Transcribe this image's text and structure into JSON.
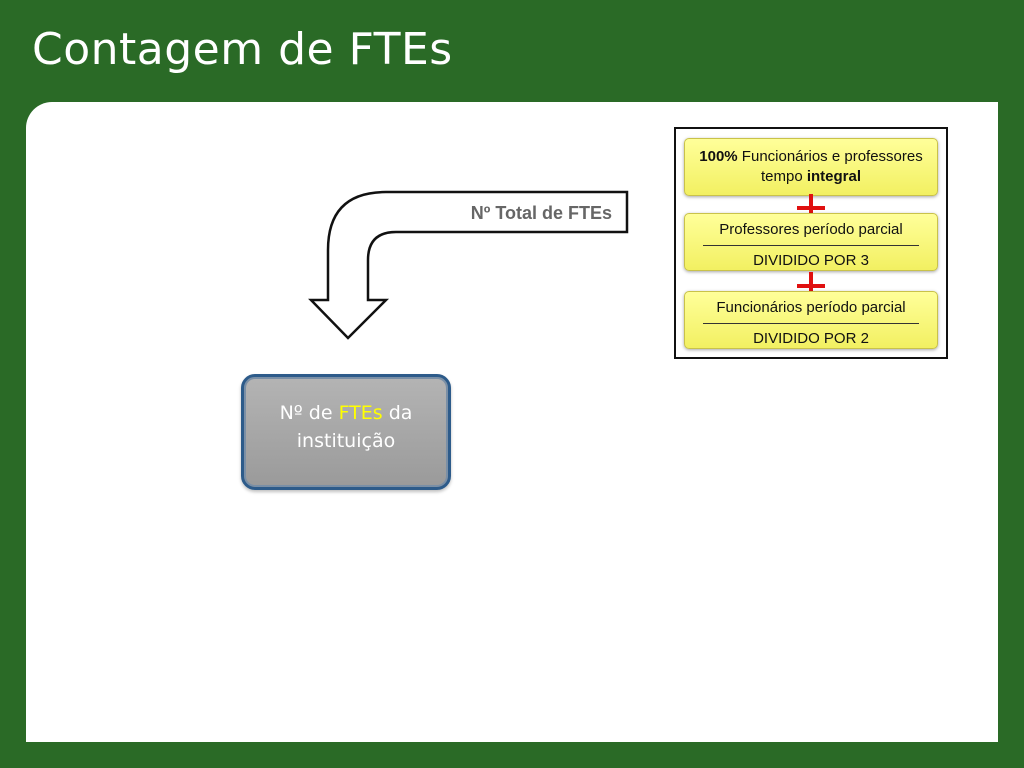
{
  "slide": {
    "title": "Contagem de FTEs"
  },
  "arrow": {
    "label": "Nº  Total de FTEs"
  },
  "institution_box": {
    "prefix": "Nº de ",
    "highlight": "FTEs",
    "suffix": " da instituição",
    "highlight_color": "#ffff00"
  },
  "calculation": {
    "box1": {
      "bold1": "100%",
      "text1": " Funcionários e professores tempo ",
      "bold2": "integral"
    },
    "box2": {
      "top": "Professores período parcial",
      "bottom": "DIVIDIDO POR 3"
    },
    "box3": {
      "top": "Funcionários período parcial",
      "bottom": "DIVIDIDO POR 2"
    },
    "operator": "+",
    "operator_color": "#e01010"
  },
  "colors": {
    "background": "#2a6a26",
    "panel": "#ffffff",
    "yellow_box": "#f6f47a",
    "gray_box": "#a6a6a6",
    "box_border": "#2d5b8a"
  }
}
